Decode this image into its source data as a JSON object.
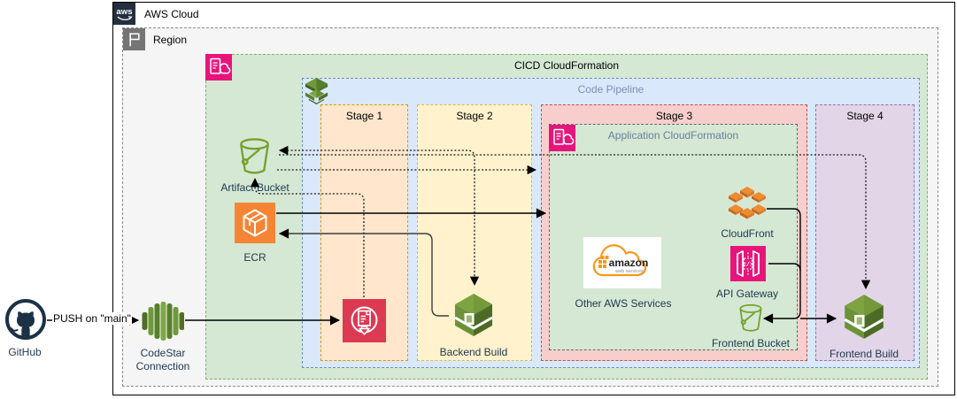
{
  "groups": {
    "aws_cloud": {
      "label": "AWS Cloud"
    },
    "region": {
      "label": "Region"
    },
    "cicd_cloudformation": {
      "label": "CICD CloudFormation"
    },
    "code_pipeline": {
      "label": "Code Pipeline"
    },
    "application_cloudformation": {
      "label": "Application CloudFormation"
    },
    "stages": [
      {
        "label": "Stage 1"
      },
      {
        "label": "Stage 2"
      },
      {
        "label": "Stage 3"
      },
      {
        "label": "Stage 4"
      }
    ]
  },
  "nodes": {
    "github": {
      "label": "GitHub",
      "icon": "github-icon"
    },
    "codestar_connection": {
      "label": "CodeStar Connection",
      "icon": "codestar-connection-icon"
    },
    "artifact_bucket": {
      "label": "Artifact Bucket",
      "icon": "s3-bucket-icon"
    },
    "ecr": {
      "label": "ECR",
      "icon": "ecr-icon"
    },
    "deploy_action": {
      "label": "",
      "icon": "deploy-template-icon"
    },
    "backend_build": {
      "label": "Backend Build",
      "icon": "codebuild-icon"
    },
    "other_aws_services": {
      "label": "Other AWS Services",
      "icon": "aws-logo-cloud"
    },
    "cloudfront": {
      "label": "CloudFront",
      "icon": "cloudfront-icon"
    },
    "api_gateway": {
      "label": "API Gateway",
      "icon": "api-gateway-icon"
    },
    "frontend_bucket": {
      "label": "Frontend Bucket",
      "icon": "s3-bucket-icon"
    },
    "frontend_build": {
      "label": "Frontend Build",
      "icon": "codebuild-icon"
    }
  },
  "edges": {
    "push_label": "PUSH on \"main\""
  },
  "logos": {
    "aws_short": "aws",
    "amazon": "amazon",
    "web_services": "web services",
    "api_gateway_glyph": "</>"
  },
  "colors": {
    "cloudformation_pink": "#e7157b",
    "api_gateway_pink": "#e7157b",
    "ecr_orange": "#f58534",
    "cloudfront_orange": "#ee8b33",
    "build_green": "#6b9239",
    "bucket_green": "#76a22d",
    "green_group_bg": "#d5e8d4",
    "green_group_border": "#82b366",
    "blue_group_bg": "#dae8fc",
    "blue_group_border": "#6c8ebf",
    "stage1_bg": "#ffe6cc",
    "stage2_bg": "#fff2cc",
    "stage3_bg": "#f8cecc",
    "stage4_bg": "#e1d5e7",
    "github_navy": "#1b3245"
  }
}
